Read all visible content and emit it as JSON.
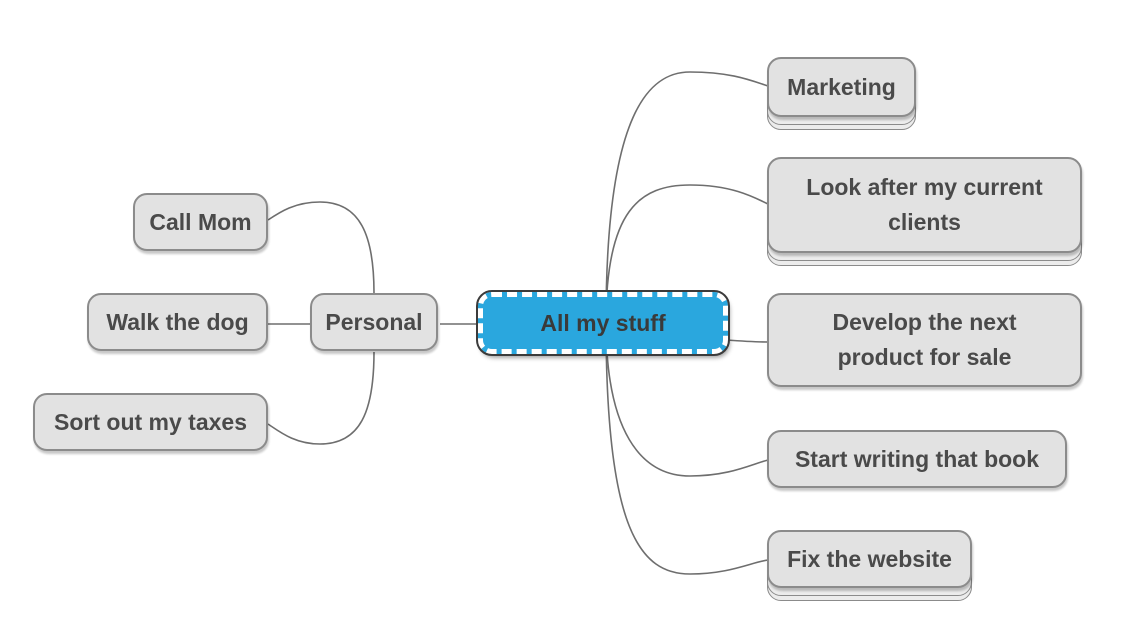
{
  "colors": {
    "central_fill": "#2aa7de",
    "node_fill": "#e2e2e2",
    "node_border": "#8b8b8b",
    "line": "#6e6e6e",
    "text": "#4a4a4a"
  },
  "central": {
    "label": "All my stuff"
  },
  "left_branch": {
    "label": "Personal",
    "children": [
      "Call Mom",
      "Walk the dog",
      "Sort out my taxes"
    ]
  },
  "right_branches": [
    {
      "label": "Marketing"
    },
    {
      "label": "Look after my current clients"
    },
    {
      "label": "Develop the next product for sale"
    },
    {
      "label": "Start writing that book"
    },
    {
      "label": "Fix the website"
    }
  ]
}
